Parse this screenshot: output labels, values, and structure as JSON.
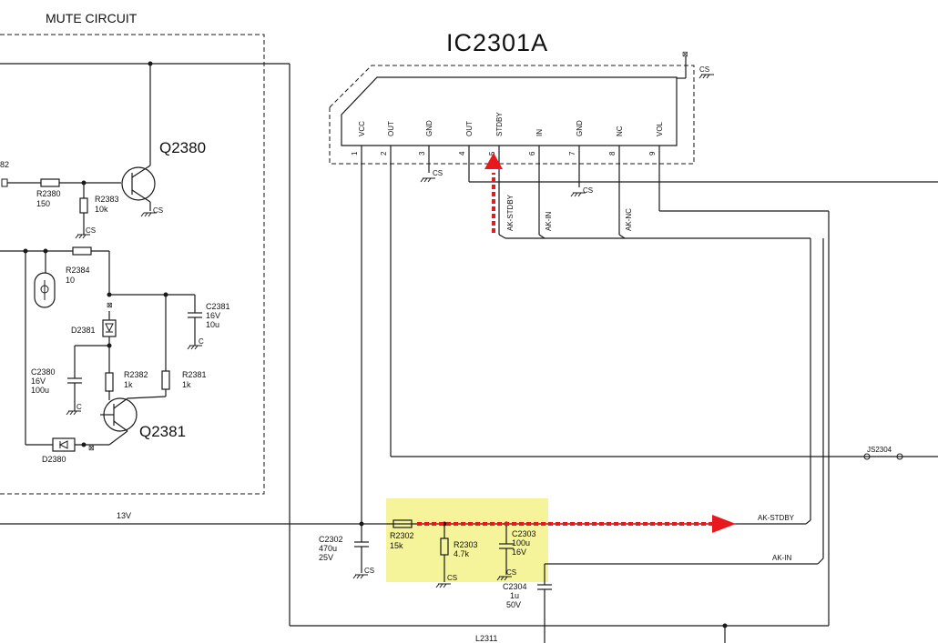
{
  "circuit": {
    "mute_title": "MUTE CIRCUIT",
    "ic_title": "IC2301A",
    "ic_pins": [
      {
        "num": "1",
        "name": "VCC"
      },
      {
        "num": "2",
        "name": "OUT"
      },
      {
        "num": "3",
        "name": "GND"
      },
      {
        "num": "4",
        "name": "OUT"
      },
      {
        "num": "5",
        "name": "STDBY"
      },
      {
        "num": "6",
        "name": "IN"
      },
      {
        "num": "7",
        "name": "GND"
      },
      {
        "num": "8",
        "name": "NC"
      },
      {
        "num": "9",
        "name": "VOL"
      }
    ],
    "ic_signals": [
      "AK-STDBY",
      "AK-IN",
      "AK-NC"
    ],
    "q2380": "Q2380",
    "q2381": "Q2381",
    "r2380": {
      "ref": "R2380",
      "val": "150"
    },
    "r2383": {
      "ref": "R2383",
      "val": "10k"
    },
    "r2384": {
      "ref": "R2384",
      "val": "10"
    },
    "r2382": {
      "ref": "R2382",
      "val": "1k"
    },
    "r2381": {
      "ref": "R2381",
      "val": "1k"
    },
    "c2381": {
      "ref": "C2381",
      "v": "16V",
      "val": "10u"
    },
    "c2380": {
      "ref": "C2380",
      "v": "16V",
      "val": "100u"
    },
    "d2381": "D2381",
    "d2380": "D2380",
    "left_partial": "82",
    "cs": "CS",
    "c_gnd": "C",
    "rail_13v": "13V",
    "c2302": {
      "ref": "C2302",
      "val": "470u",
      "v": "25V"
    },
    "r2302": {
      "ref": "R2302",
      "val": "15k"
    },
    "r2303": {
      "ref": "R2303",
      "val": "4.7k"
    },
    "c2303": {
      "ref": "C2303",
      "val": "100u",
      "v": "16V"
    },
    "c2304": {
      "ref": "C2304",
      "val": "1u",
      "v": "50V"
    },
    "l2311": "L2311",
    "js2304": "JS2304",
    "net_ak_stdby": "AK-STDBY",
    "net_ak_in": "AK-IN",
    "colors": {
      "highlight": "#f6f49a",
      "arrow": "#e8181c",
      "wire": "#1a1a1a"
    }
  }
}
